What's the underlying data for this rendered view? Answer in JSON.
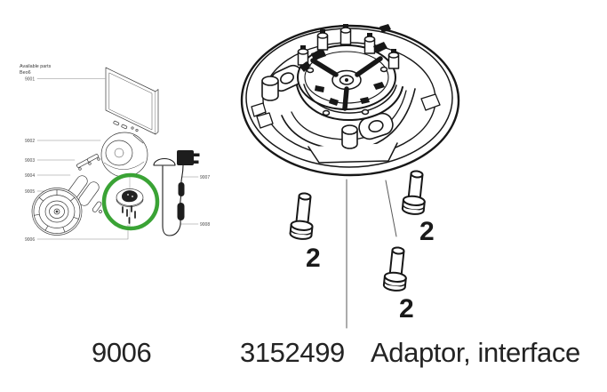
{
  "overview": {
    "header": {
      "line1": "Available parts",
      "line2": "Beo6"
    },
    "highlight_color": "#3aa335",
    "parts": [
      {
        "ref": "9001"
      },
      {
        "ref": "9002"
      },
      {
        "ref": "9003"
      },
      {
        "ref": "9004"
      },
      {
        "ref": "9005"
      },
      {
        "ref": "9006"
      },
      {
        "ref": "9007"
      },
      {
        "ref": "9008"
      }
    ]
  },
  "main": {
    "screws": [
      {
        "qty": "2"
      },
      {
        "qty": "2"
      },
      {
        "qty": "2"
      }
    ]
  },
  "footer": {
    "ref": "9006",
    "part_number": "3152499",
    "part_name": "Adaptor, interface"
  },
  "colors": {
    "line": "#1a1a1a",
    "text": "#232323"
  }
}
